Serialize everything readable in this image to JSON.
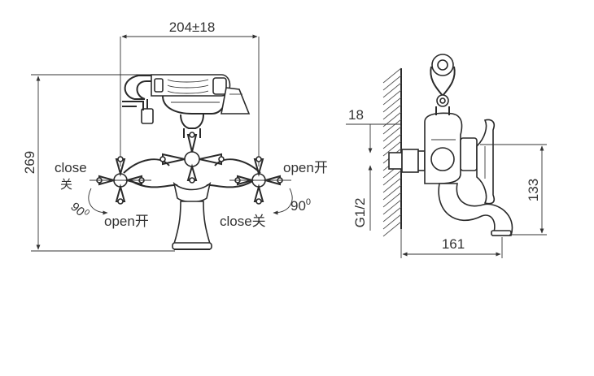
{
  "front_view": {
    "dim_width": "204±18",
    "dim_height": "269",
    "left_handle": {
      "close_label": "close",
      "close_cn": "关",
      "open_label": "open开",
      "angle": "90"
    },
    "right_handle": {
      "open_label": "open开",
      "close_label": "close关",
      "angle": "90"
    },
    "angle_sup": "0"
  },
  "side_view": {
    "dim_wall": "18",
    "dim_thread": "G1/2",
    "dim_projection": "161",
    "dim_height": "133"
  }
}
